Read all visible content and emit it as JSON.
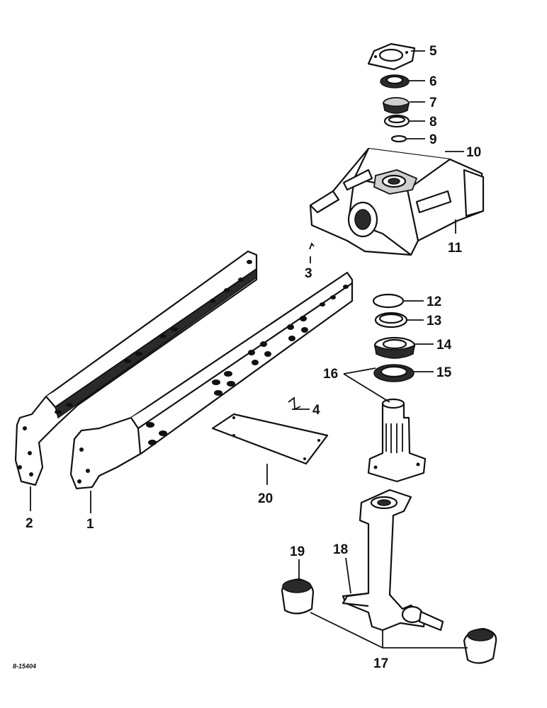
{
  "diagram": {
    "ref_code": "8-15404",
    "callouts": [
      "1",
      "2",
      "3",
      "4",
      "5",
      "6",
      "7",
      "8",
      "9",
      "10",
      "11",
      "12",
      "13",
      "14",
      "15",
      "16",
      "17",
      "18",
      "19",
      "20"
    ]
  }
}
